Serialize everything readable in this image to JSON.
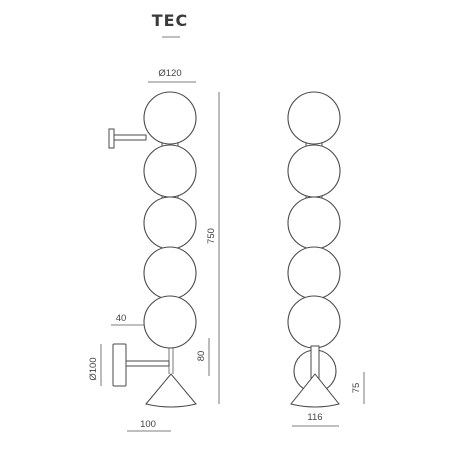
{
  "title": "TEC",
  "dimensions": {
    "diameter_globe": "Ø120",
    "height_total": "750",
    "arm_offset": "40",
    "diameter_base": "Ø100",
    "base_to_globe": "80",
    "width_wall": "100",
    "width_floor": "116",
    "height_floor_base": "75"
  }
}
